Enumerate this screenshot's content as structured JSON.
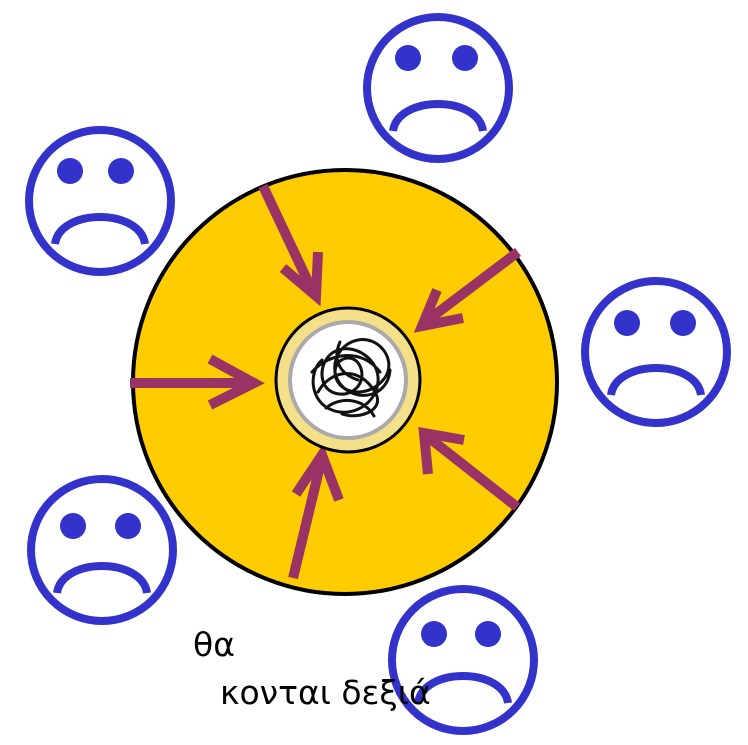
{
  "captions": {
    "line_1": "θα",
    "line_2": "κονται δεξιά"
  },
  "faces": [
    {
      "id": "sad-face-top-right",
      "expression": "sad"
    },
    {
      "id": "sad-face-top-left",
      "expression": "sad"
    },
    {
      "id": "sad-face-right",
      "expression": "sad"
    },
    {
      "id": "sad-face-bottom-left",
      "expression": "sad"
    },
    {
      "id": "sad-face-bottom-right",
      "expression": "sad"
    }
  ],
  "colors": {
    "face_stroke": "#3333cc",
    "disc_fill": "#ffcc00",
    "disc_stroke": "#000000",
    "arrow": "#993366",
    "core_ring": "#f5e08a",
    "core_inner": "#ffffff",
    "core_gray": "#aaaaaa"
  },
  "icons": {
    "center": "tangled-scribble-icon",
    "faces": "sad-face-icon",
    "arrows": "inward-arrow-icon"
  }
}
